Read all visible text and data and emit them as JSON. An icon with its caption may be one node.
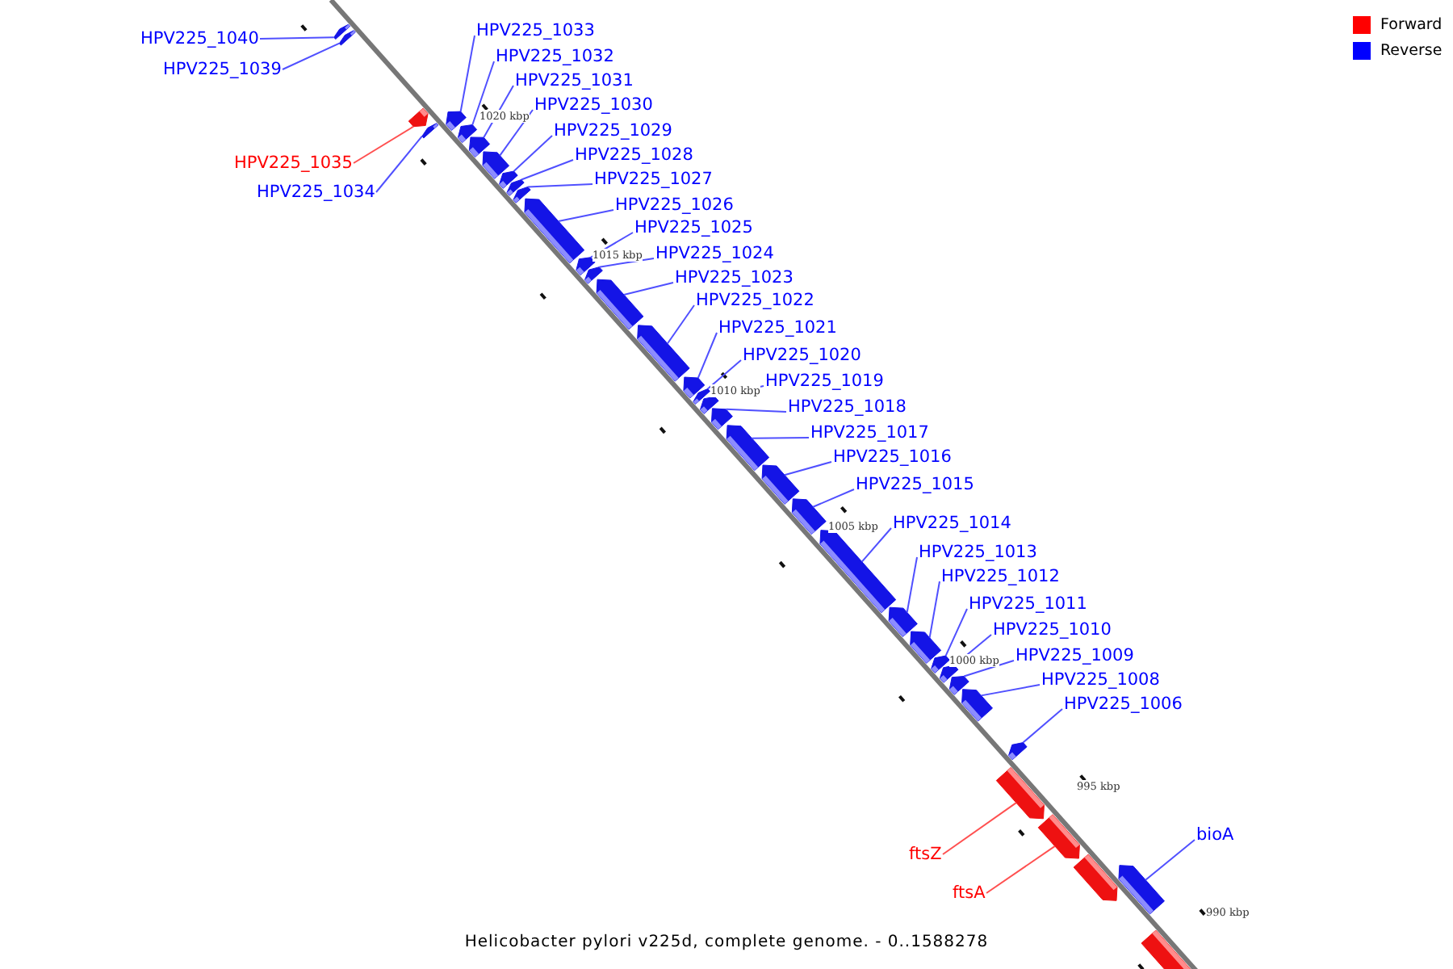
{
  "diagram": {
    "caption": "Helicobacter pylori v225d, complete genome. - 0..1588278",
    "nodes": [
      {
        "text": [
          "HPV225_1040"
        ]
      },
      {
        "text": [
          "HPV225_1039"
        ]
      },
      {
        "text": [
          "HPV225_1033"
        ]
      },
      {
        "text": [
          "HPV225_1032"
        ]
      },
      {
        "text": [
          "HPV225_1031"
        ]
      },
      {
        "text": [
          "HPV225_1030"
        ]
      },
      {
        "text": [
          "HPV225_1029"
        ]
      },
      {
        "text": [
          "HPV225_1028"
        ]
      },
      {
        "text": [
          "HPV225_1035"
        ]
      },
      {
        "text": [
          "HPV225_1027"
        ]
      },
      {
        "text": [
          "HPV225_1034"
        ]
      },
      {
        "text": [
          "HPV225_1026"
        ]
      },
      {
        "text": [
          "HPV225_1025"
        ]
      },
      {
        "text": [
          "HPV225_1024"
        ]
      },
      {
        "text": [
          "HPV225_1023"
        ]
      },
      {
        "text": [
          "HPV225_1022"
        ]
      },
      {
        "text": [
          "HPV225_1021"
        ]
      },
      {
        "text": [
          "HPV225_1020"
        ]
      },
      {
        "text": [
          "HPV225_1019"
        ]
      },
      {
        "text": [
          "HPV225_1018"
        ]
      },
      {
        "text": [
          "HPV225_1017"
        ]
      },
      {
        "text": [
          "HPV225_1016"
        ]
      },
      {
        "text": [
          "HPV225_1015"
        ]
      },
      {
        "text": [
          "HPV225_1014"
        ]
      },
      {
        "text": [
          "HPV225_1013"
        ]
      },
      {
        "text": [
          "HPV225_1012"
        ]
      },
      {
        "text": [
          "HPV225_1011"
        ]
      },
      {
        "text": [
          "HPV225_1010"
        ]
      },
      {
        "text": [
          "HPV225_1009"
        ]
      },
      {
        "text": [
          "HPV225_1008"
        ]
      },
      {
        "text": [
          "HPV225_1006"
        ]
      },
      {
        "text": [
          "bioA"
        ]
      },
      {
        "text": [
          "ftsZ"
        ]
      },
      {
        "text": [
          "ftsA"
        ]
      },
      {
        "text": [],
        "shape": "arrow"
      },
      {
        "text": [],
        "shape": "arrow"
      },
      {
        "text": [],
        "shape": "arrow"
      },
      {
        "text": [],
        "shape": "arrow"
      },
      {
        "text": [],
        "shape": "arrow"
      },
      {
        "text": [],
        "shape": "arrow"
      },
      {
        "text": [],
        "shape": "arrow"
      },
      {
        "text": [],
        "shape": "arrow"
      },
      {
        "text": [],
        "shape": "arrow"
      },
      {
        "text": [],
        "shape": "arrow"
      },
      {
        "text": [],
        "shape": "arrow"
      },
      {
        "text": [],
        "shape": "arrow"
      },
      {
        "text": [],
        "shape": "arrow"
      },
      {
        "text": [],
        "shape": "arrow"
      },
      {
        "text": [],
        "shape": "arrow"
      },
      {
        "text": [],
        "shape": "arrow"
      },
      {
        "text": [],
        "shape": "arrow"
      },
      {
        "text": [],
        "shape": "arrow"
      },
      {
        "text": [],
        "shape": "arrow"
      },
      {
        "text": [],
        "shape": "arrow"
      },
      {
        "text": [],
        "shape": "arrow"
      },
      {
        "text": [],
        "shape": "arrow"
      },
      {
        "text": [],
        "shape": "arrow"
      },
      {
        "text": [],
        "shape": "arrow"
      },
      {
        "text": [],
        "shape": "arrow"
      },
      {
        "text": [],
        "shape": "arrow"
      },
      {
        "text": [],
        "shape": "arrow"
      },
      {
        "text": [],
        "shape": "arrow"
      },
      {
        "text": [],
        "shape": "arrow"
      },
      {
        "text": [],
        "shape": "arrow"
      },
      {
        "text": [],
        "shape": "arrow"
      },
      {
        "text": [],
        "shape": "arrow"
      },
      {
        "text": [],
        "shape": "arrow"
      },
      {
        "text": [],
        "shape": "arrow"
      },
      {
        "text": [],
        "shape": "arrow"
      },
      {
        "text": [],
        "shape": "arrow"
      }
    ],
    "edges": [
      {
        "from": 0,
        "to": 34,
        "arrow": "none"
      },
      {
        "from": 1,
        "to": 35,
        "arrow": "none"
      },
      {
        "from": 2,
        "to": 38,
        "arrow": "none"
      },
      {
        "from": 3,
        "to": 39,
        "arrow": "none"
      },
      {
        "from": 4,
        "to": 40,
        "arrow": "none"
      },
      {
        "from": 5,
        "to": 41,
        "arrow": "none"
      },
      {
        "from": 6,
        "to": 42,
        "arrow": "none"
      },
      {
        "from": 7,
        "to": 43,
        "arrow": "none"
      },
      {
        "from": 8,
        "to": 36,
        "arrow": "none",
        "color": "#ff5050"
      },
      {
        "from": 9,
        "to": 44,
        "arrow": "none"
      },
      {
        "from": 10,
        "to": 37,
        "arrow": "none"
      },
      {
        "from": 11,
        "to": 45,
        "arrow": "none"
      },
      {
        "from": 12,
        "to": 46,
        "arrow": "none"
      },
      {
        "from": 13,
        "to": 47,
        "arrow": "none"
      },
      {
        "from": 14,
        "to": 48,
        "arrow": "none"
      },
      {
        "from": 15,
        "to": 49,
        "arrow": "none"
      },
      {
        "from": 16,
        "to": 50,
        "arrow": "none"
      },
      {
        "from": 17,
        "to": 51,
        "arrow": "none"
      },
      {
        "from": 18,
        "to": 52,
        "arrow": "none"
      },
      {
        "from": 19,
        "to": 53,
        "arrow": "none"
      },
      {
        "from": 20,
        "to": 54,
        "arrow": "none"
      },
      {
        "from": 21,
        "to": 55,
        "arrow": "none"
      },
      {
        "from": 22,
        "to": 56,
        "arrow": "none"
      },
      {
        "from": 23,
        "to": 57,
        "arrow": "none"
      },
      {
        "from": 24,
        "to": 58,
        "arrow": "none"
      },
      {
        "from": 25,
        "to": 59,
        "arrow": "none"
      },
      {
        "from": 26,
        "to": 60,
        "arrow": "none"
      },
      {
        "from": 27,
        "to": 61,
        "arrow": "none"
      },
      {
        "from": 28,
        "to": 62,
        "arrow": "none"
      },
      {
        "from": 29,
        "to": 63,
        "arrow": "none"
      },
      {
        "from": 30,
        "to": 64,
        "arrow": "none"
      },
      {
        "from": 31,
        "to": 68,
        "arrow": "none"
      },
      {
        "from": 32,
        "to": 65,
        "arrow": "none",
        "color": "#ff5050"
      },
      {
        "from": 33,
        "to": 66,
        "arrow": "none",
        "color": "#ff5050"
      }
    ],
    "labels": [
      "1020 kbp",
      "1015 kbp",
      "1010 kbp",
      "1005 kbp",
      "1000 kbp",
      "995 kbp",
      "990 kbp"
    ],
    "legend": [
      {
        "text": "Forward",
        "color": "#ff0000"
      },
      {
        "text": "Reverse",
        "color": "#0000ff"
      }
    ]
  }
}
